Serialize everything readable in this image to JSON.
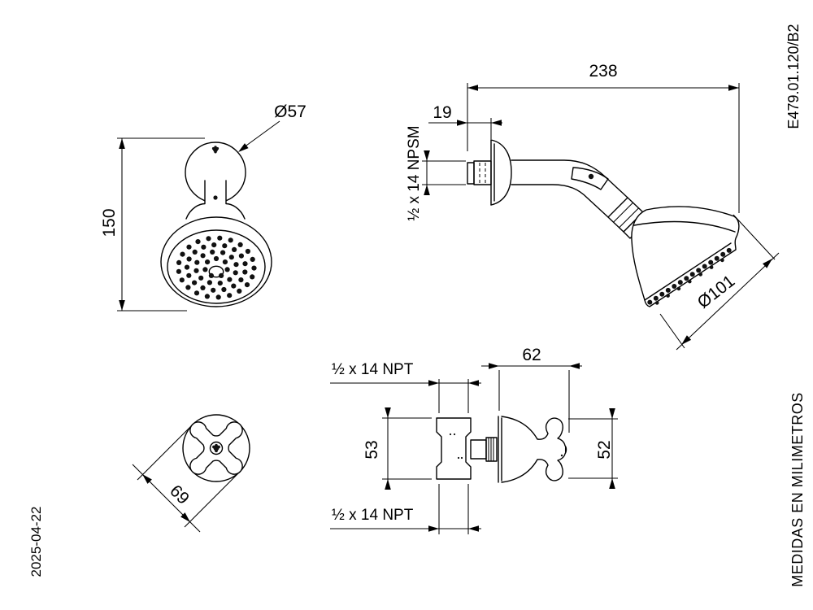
{
  "titleblock": {
    "product_code": "E479.01.120/B2",
    "units_note": "MEDIDAS EN MILIMETROS",
    "date": "2025-04-22"
  },
  "views": {
    "showerhead_front": {
      "dim_height": "150",
      "dim_flange_diameter": "Ø57"
    },
    "showerhead_side": {
      "dim_projection": "238",
      "dim_wall_offset": "19",
      "dim_inlet_thread": "½ x 14 NPSM",
      "dim_face_diameter": "Ø101"
    },
    "handle_front": {
      "dim_diameter": "69"
    },
    "valve_side": {
      "dim_depth": "62",
      "dim_body_height": "53",
      "dim_handle_diameter": "52",
      "dim_top_thread": "½ x 14 NPT",
      "dim_bottom_thread": "½ x 14 NPT"
    }
  },
  "colors": {
    "line": "#000000",
    "background": "#ffffff"
  }
}
